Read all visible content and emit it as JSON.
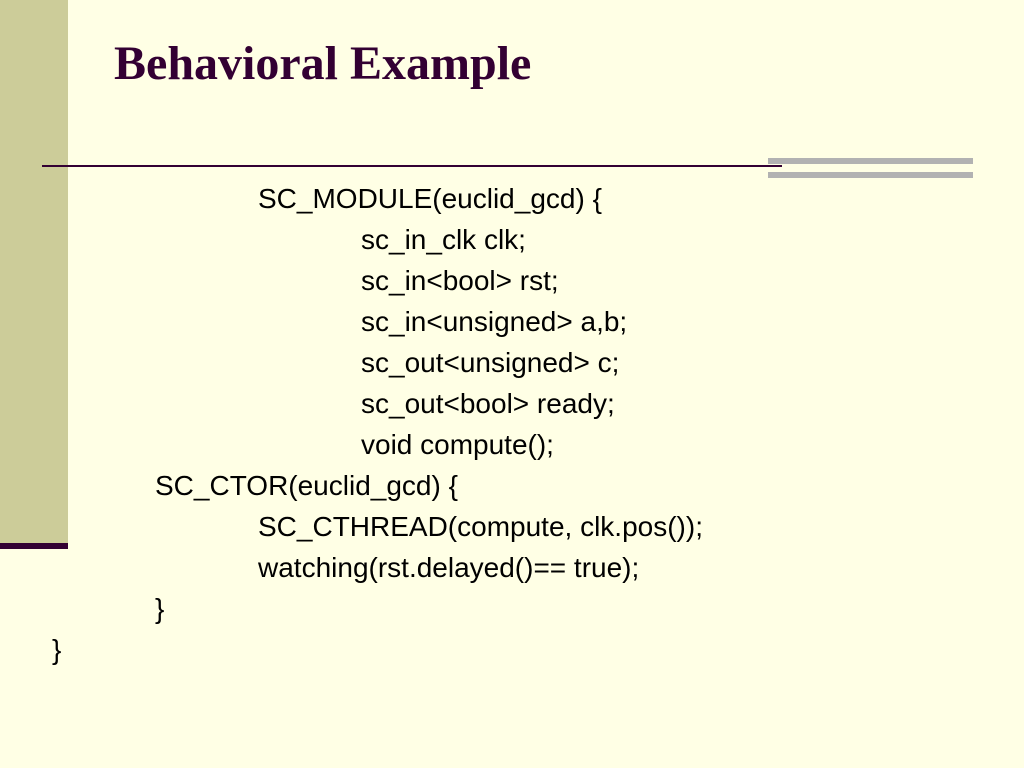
{
  "slide": {
    "title": "Behavioral Example",
    "code_lines": [
      {
        "indent": 2,
        "text": "SC_MODULE(euclid_gcd) {"
      },
      {
        "indent": 3,
        "text": "sc_in_clk clk;"
      },
      {
        "indent": 3,
        "text": "sc_in<bool> rst;"
      },
      {
        "indent": 3,
        "text": "sc_in<unsigned> a,b;"
      },
      {
        "indent": 3,
        "text": "sc_out<unsigned> c;"
      },
      {
        "indent": 3,
        "text": "sc_out<bool> ready;"
      },
      {
        "indent": 3,
        "text": "void compute();"
      },
      {
        "indent": 1,
        "text": "SC_CTOR(euclid_gcd) {"
      },
      {
        "indent": 2,
        "text": "SC_CTHREAD(compute, clk.pos());"
      },
      {
        "indent": 2,
        "text": "watching(rst.delayed()== true);"
      },
      {
        "indent": 1,
        "text": "}"
      },
      {
        "indent": 0,
        "text": "}"
      }
    ]
  },
  "colors": {
    "background": "#FFFFE5",
    "left_bar": "#CCCC99",
    "title": "#330033",
    "rule": "#330033",
    "accent_rule": "#B2B2B2"
  }
}
